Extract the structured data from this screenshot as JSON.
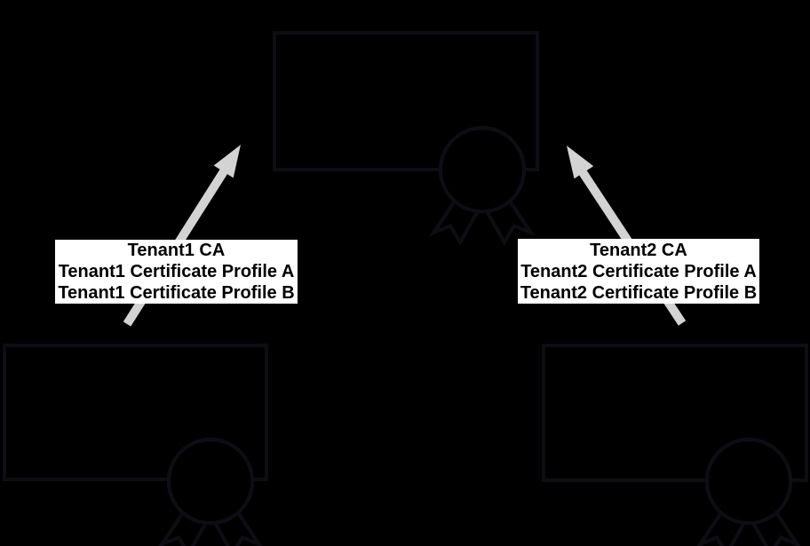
{
  "colors": {
    "background": "#000000",
    "box_stroke": "#0d0d13",
    "arrow": "#d3d3d3",
    "label_bg": "#ffffff",
    "label_text": "#000000"
  },
  "icons": {
    "certificate": "medal-ribbon-icon"
  },
  "labels": {
    "tenant1": {
      "lines": [
        "Tenant1 CA",
        "Tenant1 Certificate Profile A",
        "Tenant1 Certificate Profile B"
      ]
    },
    "tenant2": {
      "lines": [
        "Tenant2 CA",
        "Tenant2 Certificate Profile A",
        "Tenant2 Certificate Profile B"
      ]
    }
  }
}
